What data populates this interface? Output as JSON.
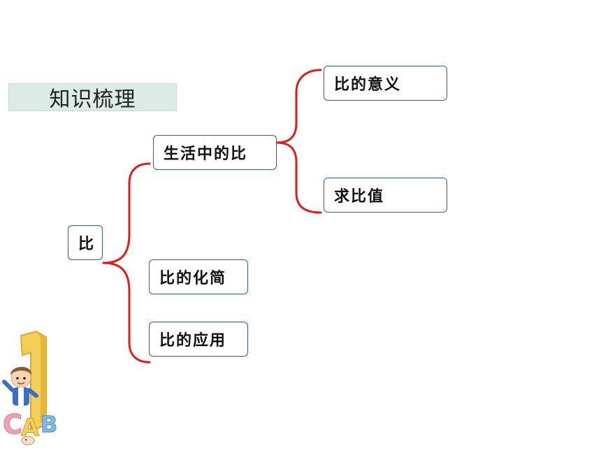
{
  "title": "知识梳理",
  "root": "比",
  "branches": {
    "life_ratio": "生活中的比",
    "simplify": "比的化简",
    "application": "比的应用"
  },
  "sub_branches": {
    "meaning": "比的意义",
    "ratio_value": "求比值"
  },
  "colors": {
    "connector": "#e21a1a",
    "node_border": "#2e5aa8",
    "title_bg": "#dcebe6"
  },
  "decoration": {
    "icon": "cartoon-boy-with-number-1-and-abc-blocks-icon"
  }
}
